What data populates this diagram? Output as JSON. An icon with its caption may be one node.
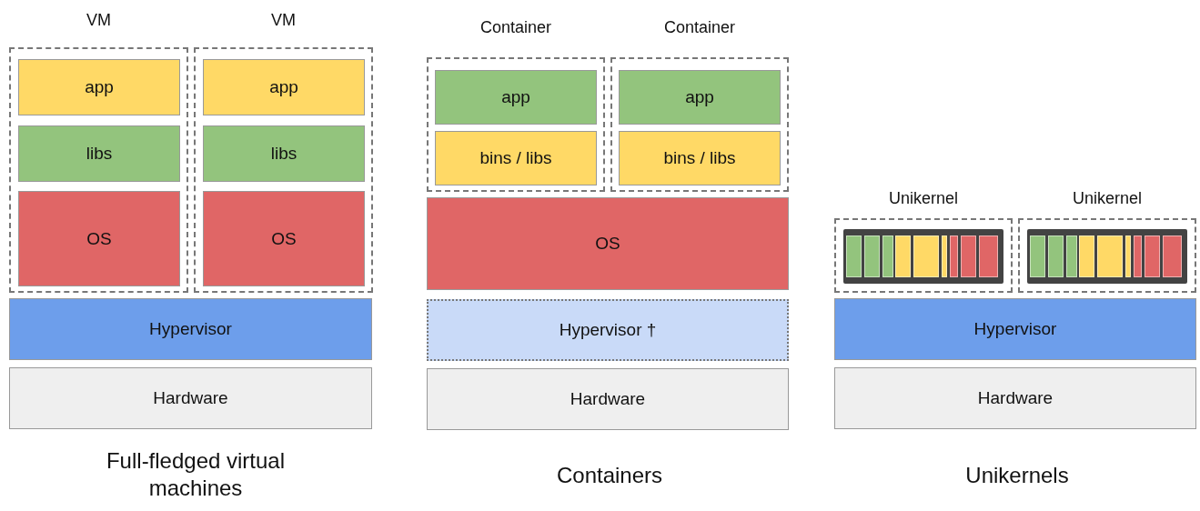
{
  "diagram": {
    "nodes": [
      {
        "text": [
          "VM"
        ]
      },
      {
        "text": [
          "app"
        ],
        "in": 0
      },
      {
        "text": [
          "libs"
        ],
        "in": 0
      },
      {
        "text": [
          "OS"
        ],
        "in": 0
      },
      {
        "text": [
          "VM"
        ]
      },
      {
        "text": [
          "app"
        ],
        "in": 4
      },
      {
        "text": [
          "libs"
        ],
        "in": 4
      },
      {
        "text": [
          "OS"
        ],
        "in": 4
      },
      {
        "text": [
          "Hypervisor"
        ]
      },
      {
        "text": [
          "Hardware"
        ]
      },
      {
        "text": [
          "Container"
        ]
      },
      {
        "text": [
          "app"
        ],
        "in": 10
      },
      {
        "text": [
          "bins / libs"
        ],
        "in": 10
      },
      {
        "text": [
          "Container"
        ]
      },
      {
        "text": [
          "app"
        ],
        "in": 13
      },
      {
        "text": [
          "bins / libs"
        ],
        "in": 13
      },
      {
        "text": [
          "OS"
        ]
      },
      {
        "text": [
          "Hypervisor †"
        ]
      },
      {
        "text": [
          "Hardware"
        ]
      },
      {
        "text": [
          "Unikernel"
        ]
      },
      {
        "text": [],
        "shape": "box",
        "in": 19
      },
      {
        "text": [],
        "shape": "bar",
        "in": 20
      },
      {
        "text": [],
        "shape": "bar",
        "in": 20
      },
      {
        "text": [],
        "shape": "bar",
        "in": 20
      },
      {
        "text": [],
        "shape": "bar",
        "in": 20
      },
      {
        "text": [],
        "shape": "bar",
        "in": 20
      },
      {
        "text": [],
        "shape": "bar",
        "in": 20
      },
      {
        "text": [],
        "shape": "bar",
        "in": 20
      },
      {
        "text": [],
        "shape": "bar",
        "in": 20
      },
      {
        "text": [],
        "shape": "bar",
        "in": 20
      },
      {
        "text": [
          "Unikernel"
        ]
      },
      {
        "text": [],
        "shape": "box",
        "in": 30
      },
      {
        "text": [],
        "shape": "bar",
        "in": 31
      },
      {
        "text": [],
        "shape": "bar",
        "in": 31
      },
      {
        "text": [],
        "shape": "bar",
        "in": 31
      },
      {
        "text": [],
        "shape": "bar",
        "in": 31
      },
      {
        "text": [],
        "shape": "bar",
        "in": 31
      },
      {
        "text": [],
        "shape": "bar",
        "in": 31
      },
      {
        "text": [],
        "shape": "bar",
        "in": 31
      },
      {
        "text": [],
        "shape": "bar",
        "in": 31
      },
      {
        "text": [],
        "shape": "bar",
        "in": 31
      },
      {
        "text": [
          "Hypervisor"
        ]
      },
      {
        "text": [
          "Hardware"
        ]
      }
    ],
    "labels": [
      "Full-fledged virtual machines",
      "Containers",
      "Unikernels"
    ]
  }
}
